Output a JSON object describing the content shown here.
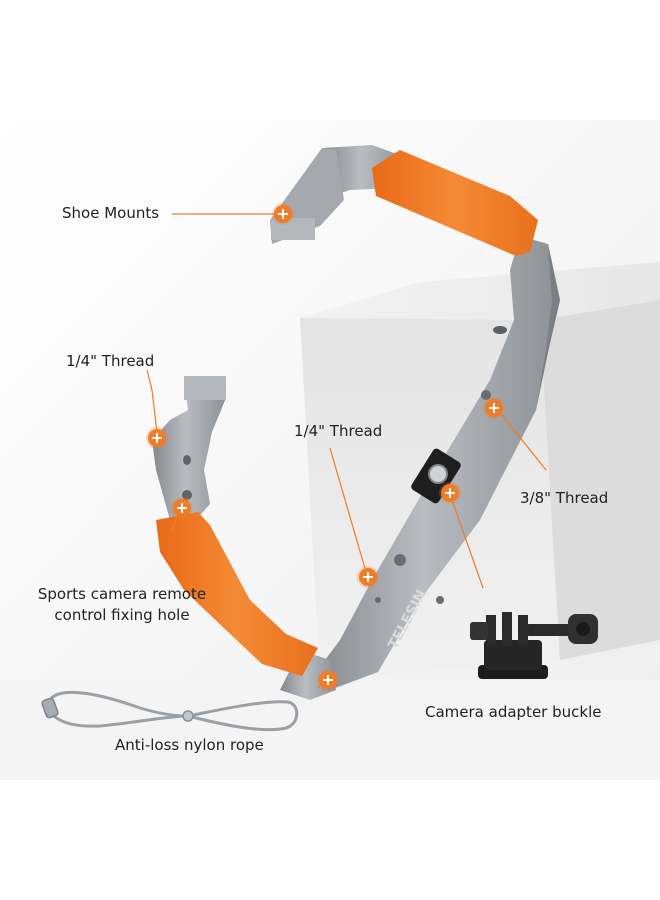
{
  "labels": {
    "shoe_mounts": "Shoe Mounts",
    "thread_quarter_left": "1/4\" Thread",
    "thread_quarter_center": "1/4\" Thread",
    "thread_three_eighths": "3/8\" Thread",
    "remote_hole_line1": "Sports camera remote",
    "remote_hole_line2": "control fixing hole",
    "adapter_buckle": "Camera adapter buckle",
    "nylon_rope": "Anti-loss nylon rope"
  },
  "product": {
    "brand_mark": "TELESIN"
  },
  "colors": {
    "accent": "#f07c27",
    "frame": "#9ea1a6",
    "grip": "#f07a25",
    "background": "#ffffff"
  },
  "icons": {
    "hotspot": "plus-circle-icon"
  }
}
